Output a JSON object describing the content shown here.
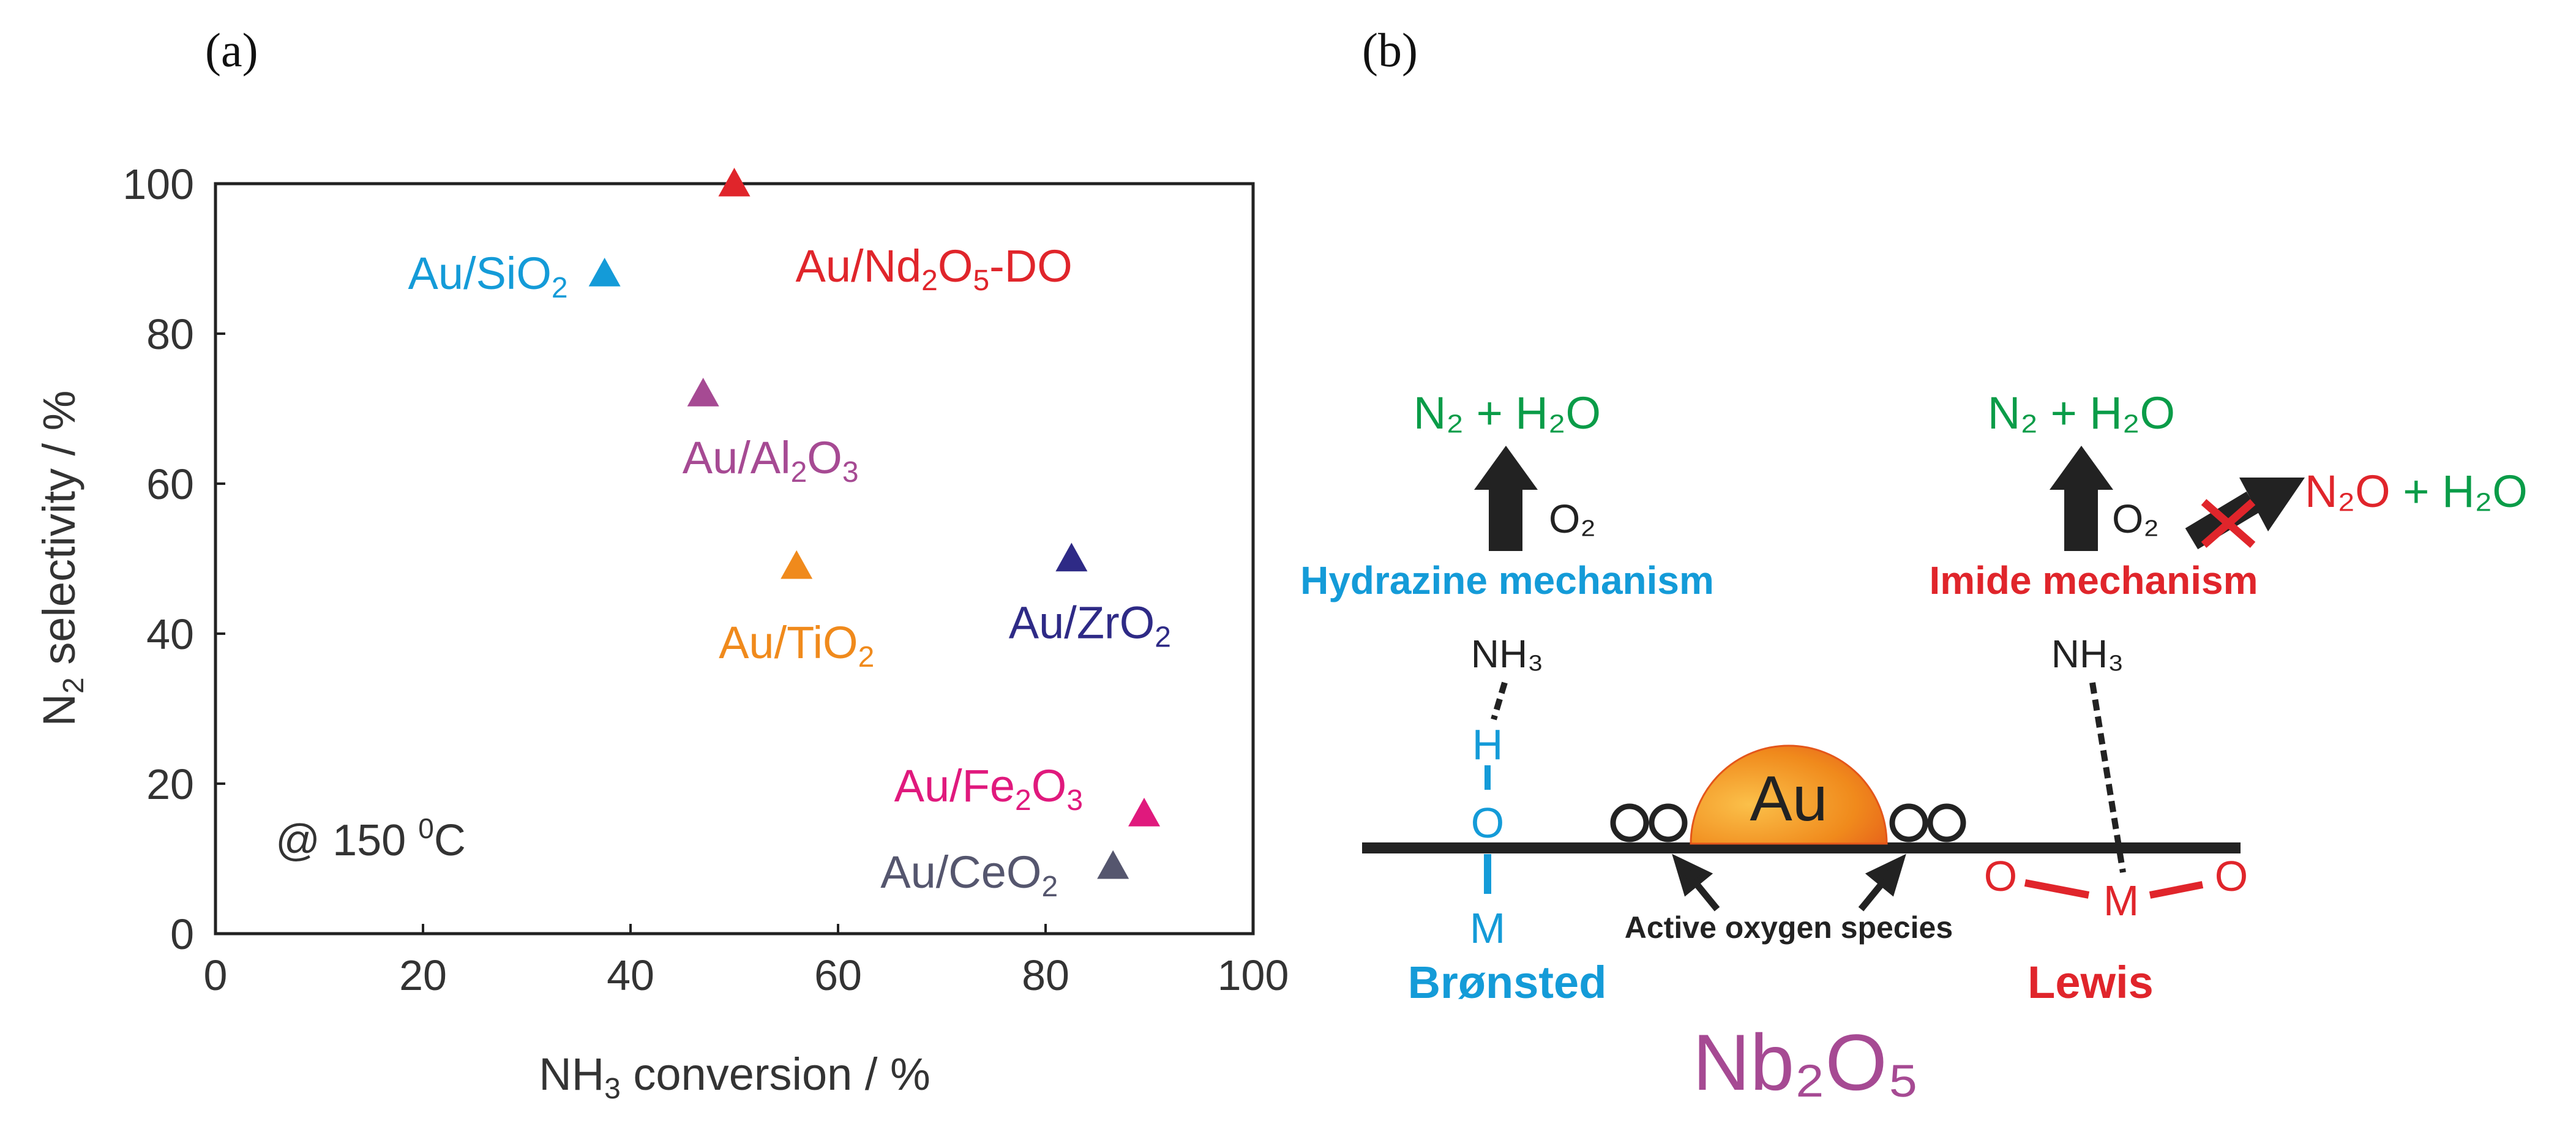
{
  "panel_labels": {
    "a": "(a)",
    "b": "(b)"
  },
  "colors": {
    "cyan": "#149bd8",
    "red": "#e0252b",
    "green": "#0a9c48",
    "purple": "#a64a93",
    "orange": "#f08a1c",
    "navy": "#2e2a86",
    "magenta": "#e0197d",
    "slate": "#55566e",
    "black": "#1a1a1a"
  },
  "chart_data": {
    "type": "scatter",
    "marker": "triangle",
    "xlabel": {
      "base": "NH",
      "sub": "3",
      "rest": " conversion / %"
    },
    "ylabel": {
      "base": "N",
      "sub": "2",
      "rest": " selectivity / %"
    },
    "xlim": [
      0,
      100
    ],
    "ylim": [
      0,
      100
    ],
    "xticks": [
      0,
      20,
      40,
      60,
      80,
      100
    ],
    "yticks": [
      0,
      20,
      40,
      60,
      80,
      100
    ],
    "grid": false,
    "annotation": {
      "prefix": "@ 150 ",
      "sup": "0",
      "suffix": "C"
    },
    "points": [
      {
        "x": 50,
        "y": 100,
        "color": "#e0252b",
        "label": [
          {
            "t": "Au/Nd"
          },
          {
            "s": "2"
          },
          {
            "t": "O"
          },
          {
            "s": "5"
          },
          {
            "t": "-DO"
          }
        ]
      },
      {
        "x": 37.5,
        "y": 88,
        "color": "#149bd8",
        "label": [
          {
            "t": "Au/SiO"
          },
          {
            "s": "2"
          }
        ]
      },
      {
        "x": 47,
        "y": 72,
        "color": "#a64a93",
        "label": [
          {
            "t": "Au/Al"
          },
          {
            "s": "2"
          },
          {
            "t": "O"
          },
          {
            "s": "3"
          }
        ]
      },
      {
        "x": 56,
        "y": 49,
        "color": "#f08a1c",
        "label": [
          {
            "t": "Au/TiO"
          },
          {
            "s": "2"
          }
        ]
      },
      {
        "x": 82.5,
        "y": 50,
        "color": "#2e2a86",
        "label": [
          {
            "t": "Au/ZrO"
          },
          {
            "s": "2"
          }
        ]
      },
      {
        "x": 89.5,
        "y": 16,
        "color": "#e0197d",
        "label": [
          {
            "t": "Au/Fe"
          },
          {
            "s": "2"
          },
          {
            "t": "O"
          },
          {
            "s": "3"
          }
        ]
      },
      {
        "x": 86.5,
        "y": 9,
        "color": "#55566e",
        "label": [
          {
            "t": "Au/CeO"
          },
          {
            "s": "2"
          }
        ]
      }
    ]
  },
  "diagram": {
    "hydrazine": {
      "title": "Hydrazine mechanism",
      "product": "N₂ + H₂O",
      "oxidant": "O₂",
      "adsorbate": "NH₃",
      "h_atom": "H",
      "o_atom": "O",
      "m_atom": "M",
      "site": "Brønsted"
    },
    "imide": {
      "title": "Imide mechanism",
      "product": "N₂ + H₂O",
      "oxidant": "O₂",
      "blocked_product_red": "N₂O",
      "blocked_product_green": "+ H₂O",
      "adsorbate": "NH₃",
      "o_left": "O",
      "m_atom": "M",
      "o_right": "O",
      "site": "Lewis"
    },
    "particle": "Au",
    "oxygen_label": "Active oxygen species",
    "support": "Nb₂O₅"
  }
}
